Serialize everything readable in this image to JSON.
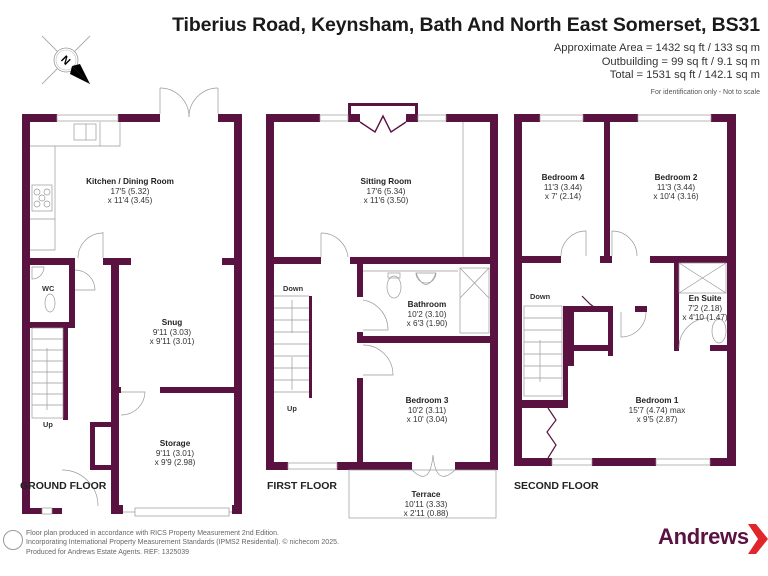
{
  "header": {
    "title": "Tiberius Road, Keynsham, Bath And North East Somerset, BS31",
    "approximate_area": "Approximate Area = 1432 sq ft / 133 sq m",
    "outbuilding": "Outbuilding = 99 sq ft / 9.1 sq m",
    "total": "Total = 1531 sq ft / 142.1 sq m",
    "disclaimer": "For identification only - Not to scale"
  },
  "compass": {
    "icon": "compass-north-icon",
    "label": "N"
  },
  "colors": {
    "wall": "#5a1240",
    "fixture_line": "#999999",
    "logo_arrow": "#e0262b",
    "logo_text": "#5a1240"
  },
  "floors": {
    "ground": {
      "label": "GROUND FLOOR",
      "rooms": [
        {
          "name": "Kitchen / Dining Room",
          "dim1": "17'5 (5.32)",
          "dim2": "x 11'4 (3.45)"
        },
        {
          "name": "Snug",
          "dim1": "9'11 (3.03)",
          "dim2": "x 9'11 (3.01)"
        },
        {
          "name": "Storage",
          "dim1": "9'11 (3.01)",
          "dim2": "x 9'9 (2.98)"
        }
      ],
      "wc_label": "WC",
      "stairs_label": "Up"
    },
    "first": {
      "label": "FIRST FLOOR",
      "rooms": [
        {
          "name": "Sitting Room",
          "dim1": "17'6 (5.34)",
          "dim2": "x 11'6 (3.50)"
        },
        {
          "name": "Bathroom",
          "dim1": "10'2 (3.10)",
          "dim2": "x 6'3 (1.90)"
        },
        {
          "name": "Bedroom 3",
          "dim1": "10'2 (3.11)",
          "dim2": "x 10' (3.04)"
        },
        {
          "name": "Terrace",
          "dim1": "10'11 (3.33)",
          "dim2": "x 2'11 (0.88)"
        }
      ],
      "stairs_down": "Down",
      "stairs_up": "Up"
    },
    "second": {
      "label": "SECOND FLOOR",
      "rooms": [
        {
          "name": "Bedroom 4",
          "dim1": "11'3 (3.44)",
          "dim2": "x 7' (2.14)"
        },
        {
          "name": "Bedroom 2",
          "dim1": "11'3 (3.44)",
          "dim2": "x 10'4 (3.16)"
        },
        {
          "name": "En Suite",
          "dim1": "7'2 (2.18)",
          "dim2": "x 4'10 (1.47)"
        },
        {
          "name": "Bedroom 1",
          "dim1": "15'7 (4.74) max",
          "dim2": "x 9'5 (2.87)"
        }
      ],
      "stairs_down": "Down"
    }
  },
  "footer": {
    "line1": "Floor plan produced in accordance with RICS Property Measurement 2nd Edition.",
    "line2": "Incorporating International Property Measurement Standards (IPMS2 Residential).   © nichecom 2025.",
    "line3": "Produced for Andrews Estate Agents.   REF: 1325039"
  },
  "logo": {
    "text": "Andrews"
  }
}
